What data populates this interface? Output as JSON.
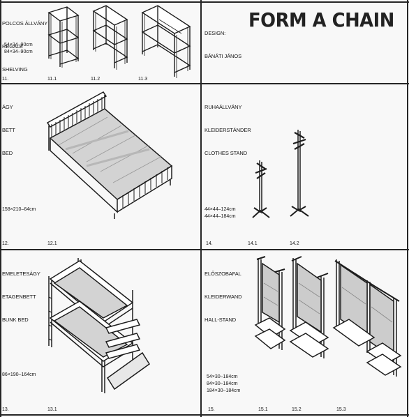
{
  "header": {
    "design_label": "DESIGN:",
    "designer": "BÁNÁTI JÁNOS",
    "logo_text": "FORM A CHAIN"
  },
  "sections": {
    "shelving": {
      "caption": [
        "POLCOS ÁLLVÁNY",
        "REGALE",
        "SHELVING"
      ],
      "dims": [
        "54×34–90cm",
        "84×34–90cm"
      ],
      "main_num": "11.",
      "item_nums": [
        "11.1",
        "11.2",
        "11.3"
      ]
    },
    "bed": {
      "caption": [
        "ÁGY",
        "BETT",
        "BED"
      ],
      "dims": [
        "158×210–64cm"
      ],
      "main_num": "12.",
      "item_nums": [
        "12.1"
      ]
    },
    "clothes_stand": {
      "caption": [
        "RUHAÁLLVÁNY",
        "KLEIDERSTÄNDER",
        "CLOTHES STAND"
      ],
      "dims": [
        "44×44–124cm",
        "44×44–184cm"
      ],
      "main_num": "14.",
      "item_nums": [
        "14.1",
        "14.2"
      ]
    },
    "bunk_bed": {
      "caption": [
        "EMELETESÁGY",
        "ETAGENBETT",
        "BUNK BED"
      ],
      "dims": [
        "86×190–164cm"
      ],
      "main_num": "13.",
      "item_nums": [
        "13.1"
      ]
    },
    "hall_stand": {
      "caption": [
        "ELŐSZOBAFAL",
        "KLEIDERWAND",
        "HALL-STAND"
      ],
      "dims": [
        "54×30–184cm",
        "84×30–184cm",
        "184×30–184cm"
      ],
      "main_num": "15.",
      "item_nums": [
        "15.1",
        "15.2",
        "15.3"
      ]
    }
  }
}
